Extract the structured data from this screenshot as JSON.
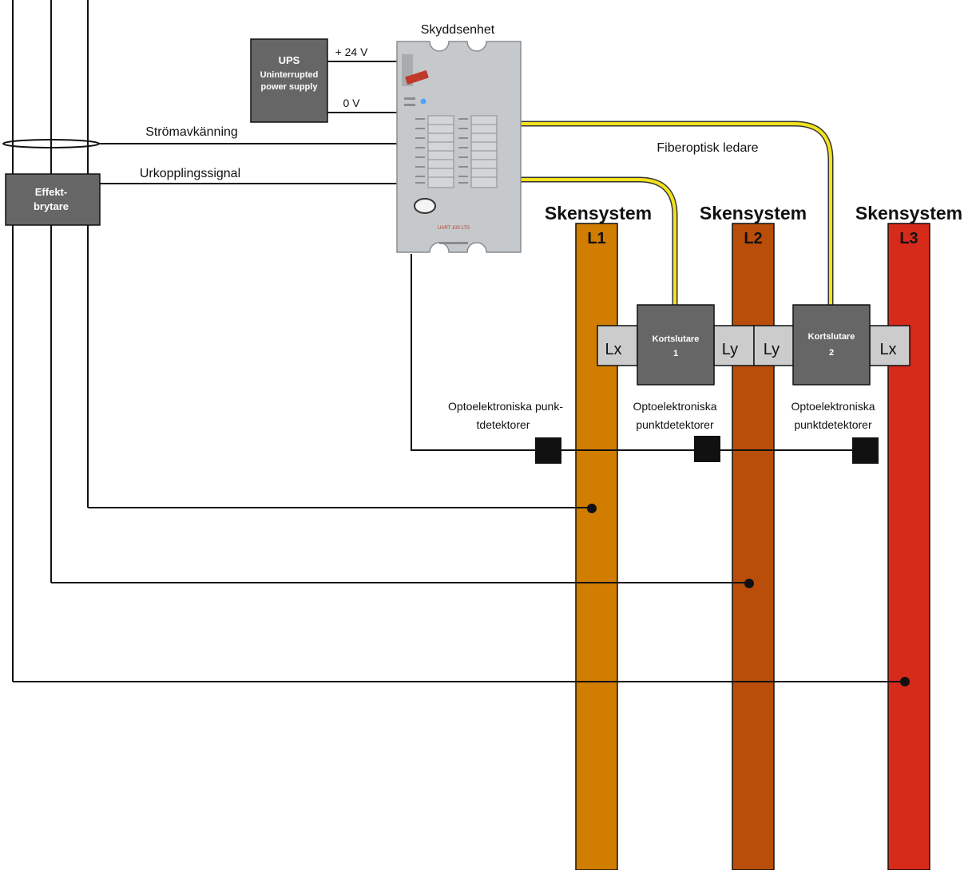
{
  "protection_unit": {
    "title": "Skyddsenhet",
    "model_label": "UART 100 LTS"
  },
  "ups": {
    "title": "UPS",
    "subtitle_line1": "Uninterrupted",
    "subtitle_line2": "power supply",
    "plus_label": "+ 24 V",
    "zero_label": "0 V"
  },
  "signals": {
    "current_sensing": "Strömavkänning",
    "trip_signal": "Urkopplingssignal",
    "fiber": "Fiberoptisk ledare"
  },
  "breaker": {
    "line1": "Effekt-",
    "line2": "brytare"
  },
  "busbars": [
    {
      "title": "Skensystem",
      "code": "L1",
      "color": "#d17d00"
    },
    {
      "title": "Skensystem",
      "code": "L2",
      "color": "#b84e0a"
    },
    {
      "title": "Skensystem",
      "code": "L3",
      "color": "#d62a1a"
    }
  ],
  "shorters": [
    {
      "line1": "Kortslutare",
      "line2": "1",
      "left_tag": "Lx",
      "right_tag": "Ly"
    },
    {
      "line1": "Kortslutare",
      "line2": "2",
      "left_tag": "Ly",
      "right_tag": "Lx"
    }
  ],
  "detectors": [
    {
      "line1": "Optoelektroniska punk-",
      "line2": "tdetektorer"
    },
    {
      "line1": "Optoelektroniska",
      "line2": "punktdetektorer"
    },
    {
      "line1": "Optoelektroniska",
      "line2": "punktdetektorer"
    }
  ],
  "colors": {
    "busbar_l1": "#d17d00",
    "busbar_l2": "#b84e0a",
    "busbar_l3": "#d62a1a",
    "box_gray": "#666666",
    "tag_gray": "#cccccc",
    "fiber_yellow": "#f2e21d",
    "unit_body": "#c6c9cc"
  }
}
